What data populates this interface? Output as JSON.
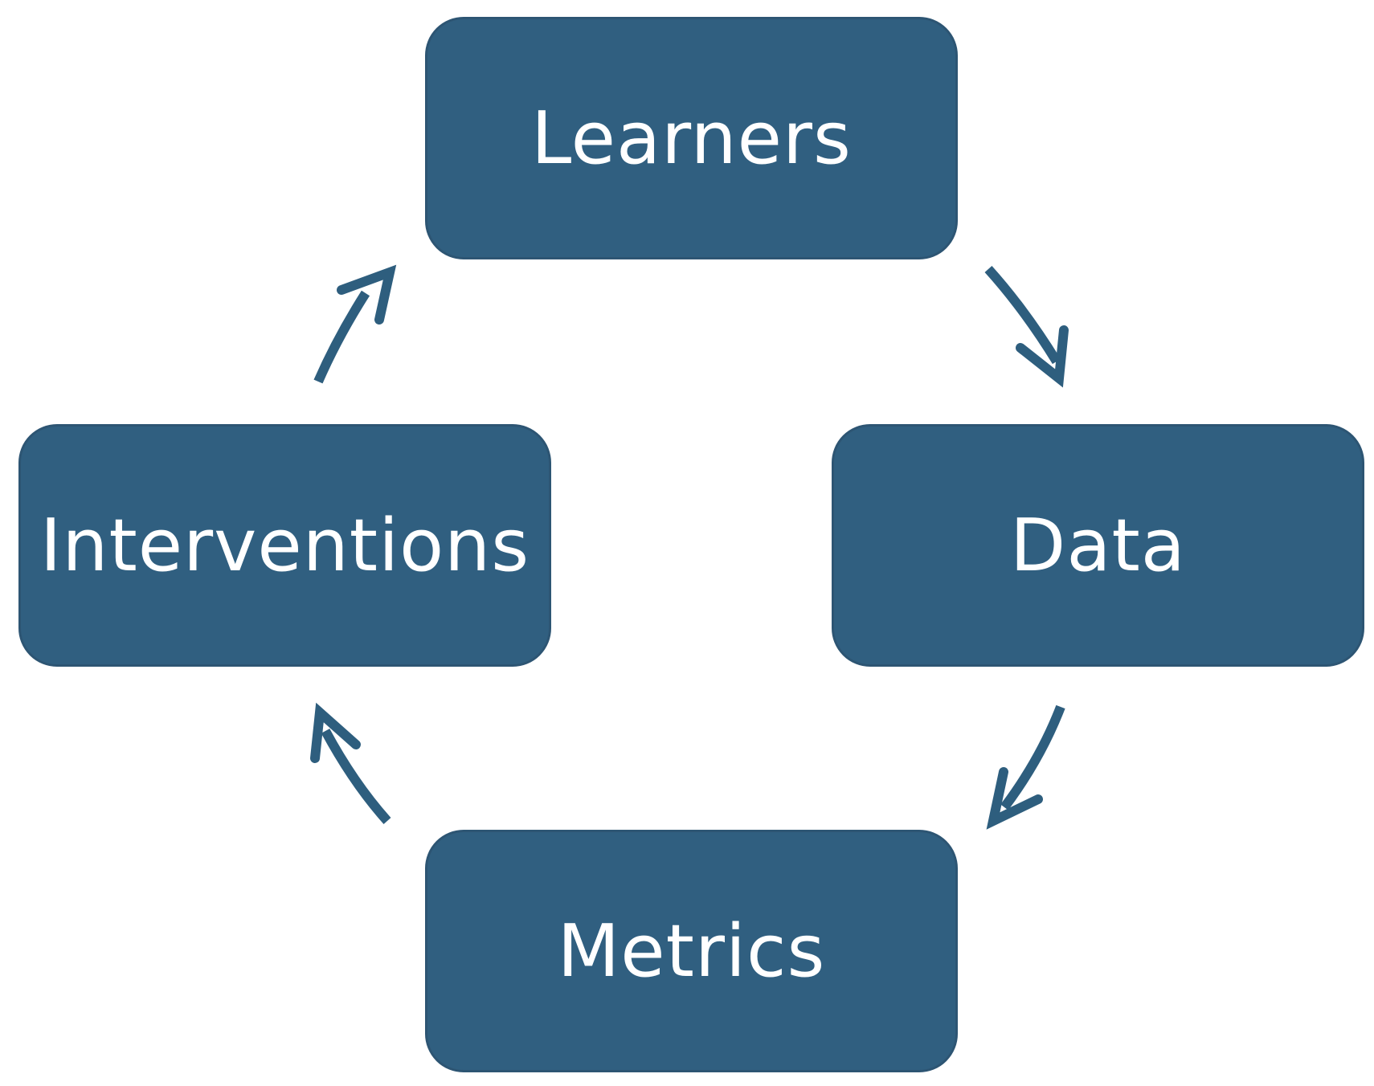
{
  "diagram": {
    "type": "cycle",
    "nodes": [
      {
        "id": "learners",
        "label": "Learners"
      },
      {
        "id": "data",
        "label": "Data"
      },
      {
        "id": "metrics",
        "label": "Metrics"
      },
      {
        "id": "interventions",
        "label": "Interventions"
      }
    ],
    "edges": [
      {
        "from": "learners",
        "to": "data"
      },
      {
        "from": "data",
        "to": "metrics"
      },
      {
        "from": "metrics",
        "to": "interventions"
      },
      {
        "from": "interventions",
        "to": "learners"
      }
    ]
  },
  "colors": {
    "node_fill": "#305f80",
    "node_border": "#2d5573",
    "node_text": "#ffffff",
    "arrow": "#2e5e7e",
    "background": "#ffffff"
  }
}
